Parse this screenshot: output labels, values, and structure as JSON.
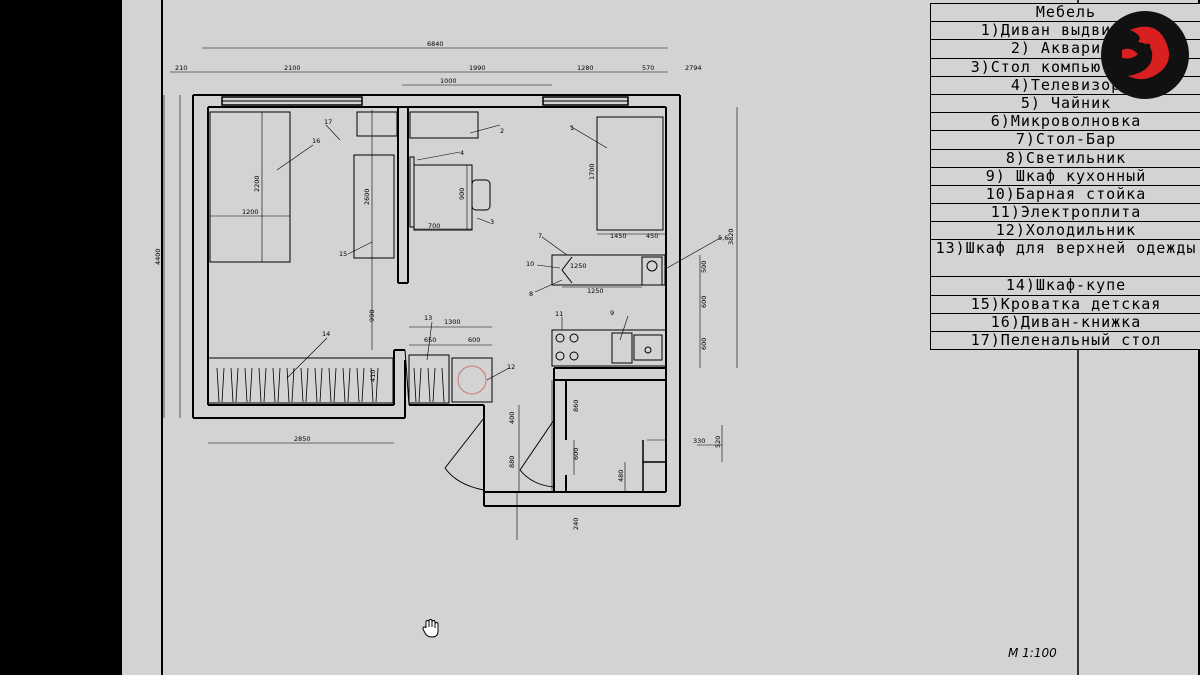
{
  "legend": {
    "title": "Мебель",
    "items": [
      "1)Диван выдвижной",
      "2) Аквариум",
      "3)Стол компьютерный",
      "4)Телевизор",
      "5) Чайник",
      "6)Микроволновка",
      "7)Стол-Бар",
      "8)Светильник",
      "9) Шкаф кухонный",
      "10)Барная стойка",
      "11)Электроплита",
      "12)Холодильник",
      "13)Шкаф для верхней одежды",
      "14)Шкаф-купе",
      "15)Кроватка детская",
      "16)Диван-книжка",
      "17)Пеленальный стол"
    ]
  },
  "scale": "М 1:100",
  "dimensions": {
    "d6840": "6840",
    "d210": "210",
    "d2100": "2100",
    "d1990": "1990",
    "d1280": "1280",
    "d570": "570",
    "d2794": "2794",
    "d1000": "1000",
    "d4400": "4400",
    "d3820": "3820",
    "d2200": "2200",
    "d1200": "1200",
    "d2600": "2600",
    "d900": "900",
    "d700": "700",
    "d1700": "1700",
    "d1450": "1450",
    "d450": "450",
    "d500": "500",
    "d600a": "600",
    "d600b": "600",
    "d1250a": "1250",
    "d1250b": "1250",
    "d990": "990",
    "d1300": "1300",
    "d650": "650",
    "d600c": "600",
    "d410": "410",
    "d2850": "2850",
    "d400": "400",
    "d860": "860",
    "d880": "880",
    "d600d": "600",
    "d480": "480",
    "d330": "330",
    "d520": "520",
    "d240": "240",
    "d56": "5,6"
  },
  "labels": {
    "n1": "1",
    "n2": "2",
    "n3": "3",
    "n4": "4",
    "n7": "7",
    "n8": "8",
    "n9": "9",
    "n10": "10",
    "n11": "11",
    "n12": "12",
    "n13": "13",
    "n14": "14",
    "n15": "15",
    "n16": "16",
    "n17": "17"
  }
}
